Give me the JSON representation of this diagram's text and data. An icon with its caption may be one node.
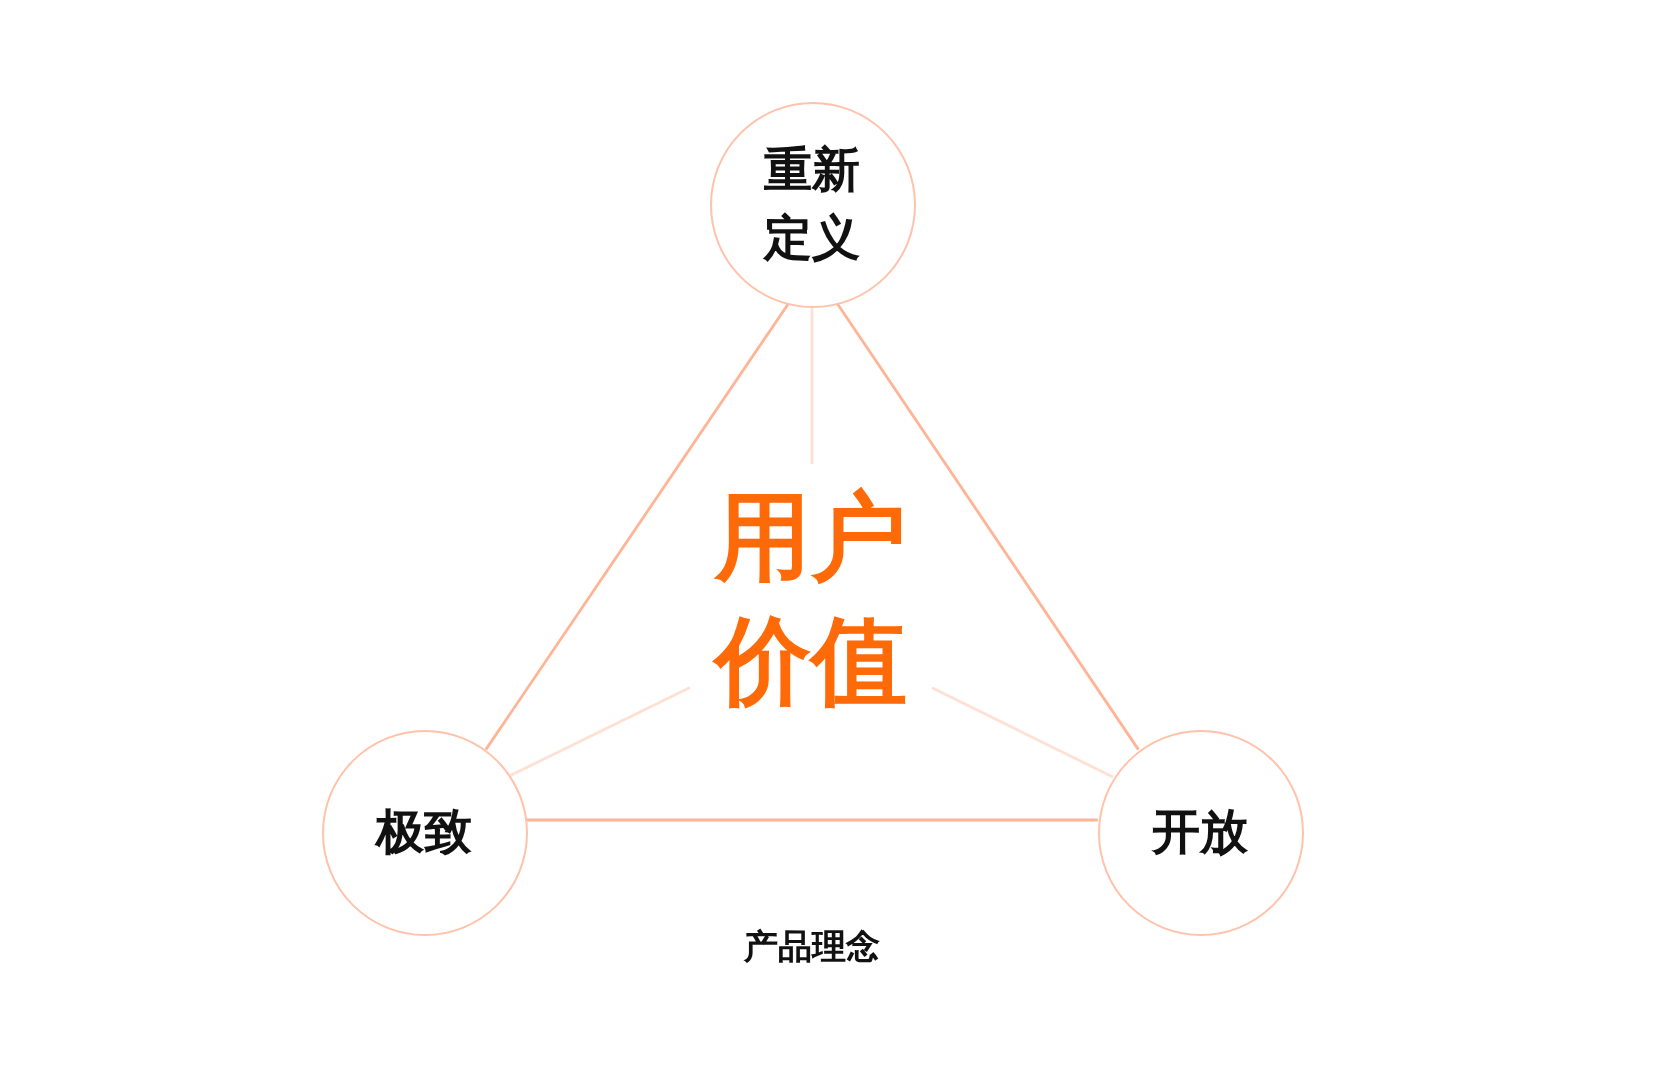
{
  "diagram": {
    "caption": "产品理念",
    "nodes": [
      {
        "text": [
          "重新定义"
        ]
      },
      {
        "text": [
          "用户价值"
        ]
      },
      {
        "text": [
          "极致"
        ]
      },
      {
        "text": [
          "开放"
        ]
      }
    ],
    "edges": [
      {
        "from": 0,
        "to": 2,
        "arrow": "none"
      },
      {
        "from": 0,
        "to": 3,
        "arrow": "none"
      },
      {
        "from": 2,
        "to": 3,
        "arrow": "none"
      },
      {
        "from": 0,
        "to": 1,
        "arrow": "none",
        "color": "#ffe1d4"
      },
      {
        "from": 2,
        "to": 1,
        "arrow": "none",
        "color": "#ffe1d4"
      },
      {
        "from": 3,
        "to": 1,
        "arrow": "none",
        "color": "#ffe1d4"
      }
    ]
  }
}
